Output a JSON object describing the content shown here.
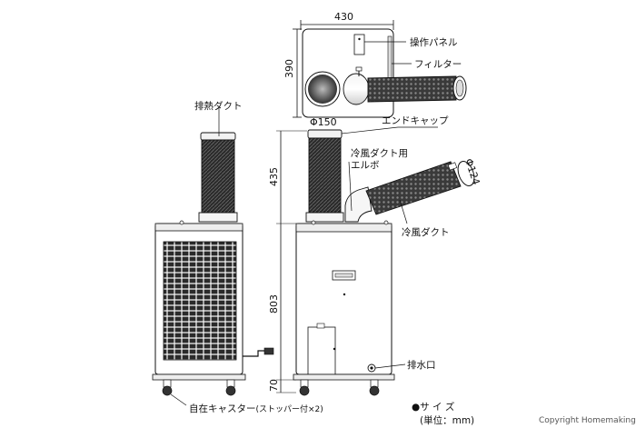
{
  "dimensions": {
    "width_top": "430",
    "depth_top": "390",
    "duct_height": "435",
    "body_height": "803",
    "caster_height": "70",
    "diameter_end": "Φ150",
    "diameter_cold": "Φ124"
  },
  "labels": {
    "control_panel": "操作パネル",
    "filter": "フィルター",
    "exhaust_duct": "排熱ダクト",
    "end_cap": "エンドキャップ",
    "cold_elbow_line1": "冷風ダクト用",
    "cold_elbow_line2": "エルボ",
    "cold_duct": "冷風ダクト",
    "drain": "排水口",
    "casters": "自在キャスター",
    "casters_note": "(ストッパー付×2)"
  },
  "legend": {
    "size_title": "●サ イ ズ",
    "unit": "(単位：mm)"
  },
  "copyright": "Copyright Homemaking"
}
